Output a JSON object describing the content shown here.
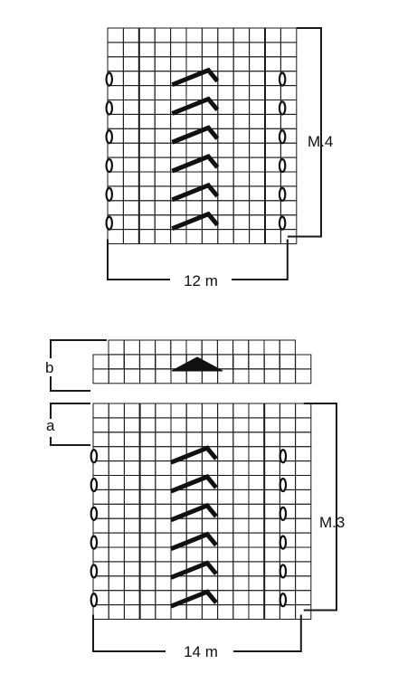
{
  "colors": {
    "grid": "#1a1a1a",
    "background": "#ffffff",
    "symbol": "#111111"
  },
  "icons": {
    "yarn_over": "yarn-over-loop-icon",
    "decrease": "double-decrease-chevron-icon",
    "final_decrease": "triangle-decrease-icon"
  },
  "charts": [
    {
      "id": "m4",
      "label": "M.4",
      "stitch_count": "12 m",
      "columns": 12,
      "rows": 15,
      "repeat_rows": 6
    },
    {
      "id": "m3",
      "label": "M.3",
      "stitch_count": "14 m",
      "columns": 14,
      "rows": 15,
      "repeat_rows": 6,
      "section_a_label": "a",
      "section_b_label": "b",
      "top_wide_row_columns": 14,
      "top_narrow_row_columns": 12
    }
  ]
}
